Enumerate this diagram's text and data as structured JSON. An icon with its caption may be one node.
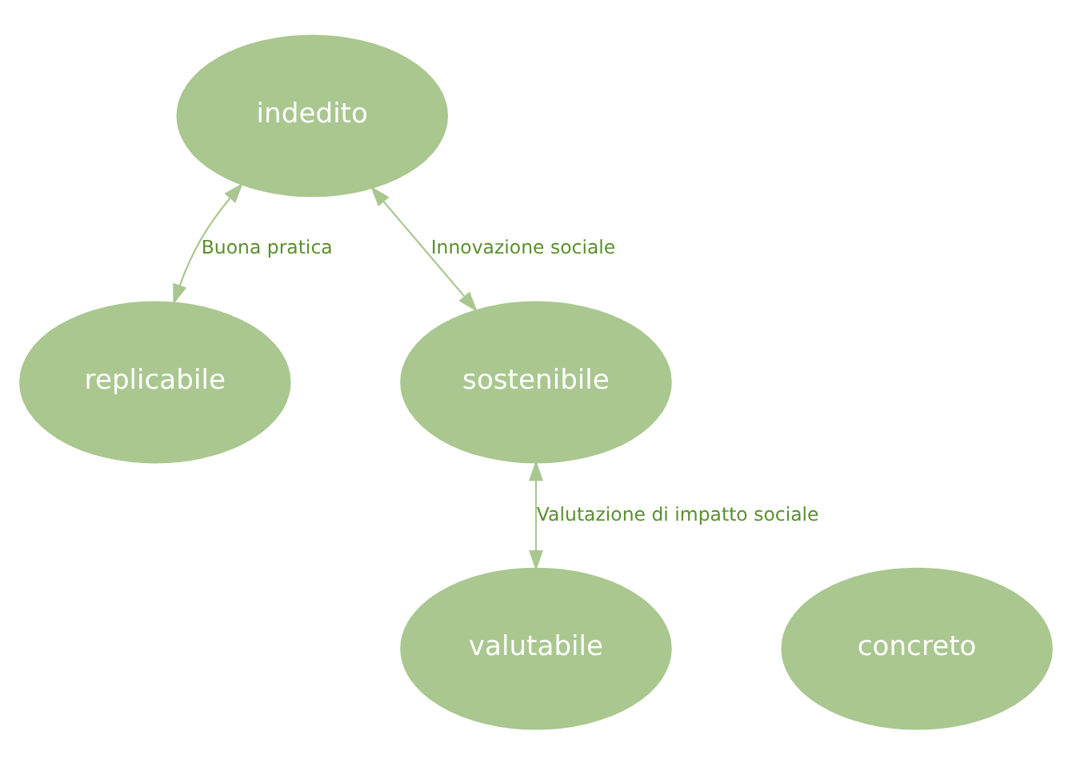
{
  "diagram": {
    "nodes": [
      {
        "text": [
          "indedito"
        ]
      },
      {
        "text": [
          "replicabile"
        ]
      },
      {
        "text": [
          "sostenibile"
        ]
      },
      {
        "text": [
          "concreto"
        ]
      },
      {
        "text": [
          "valutabile"
        ]
      }
    ],
    "edges": [
      {
        "from": 0,
        "to": 1,
        "arrow": "both",
        "label": "Buona pratica"
      },
      {
        "from": 0,
        "to": 2,
        "arrow": "both",
        "label": "Innovazione sociale"
      },
      {
        "from": 2,
        "to": 4,
        "arrow": "both",
        "label": "Valutazione di impatto sociale"
      }
    ]
  }
}
